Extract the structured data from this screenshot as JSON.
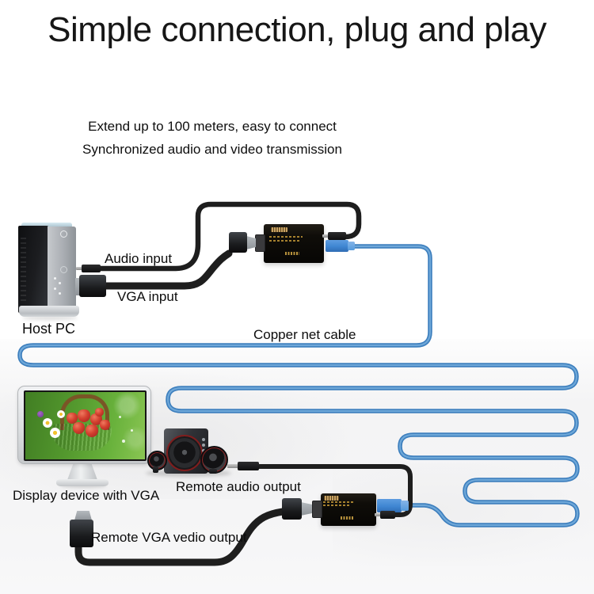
{
  "title": "Simple connection, plug and play",
  "subtitle": {
    "line1": "Extend up to 100 meters, easy to connect",
    "line2": "Synchronized audio and video transmission"
  },
  "labels": {
    "host_pc": "Host PC",
    "audio_input": "Audio input",
    "vga_input": "VGA input",
    "copper_net_cable": "Copper net cable",
    "display_device": "Display device with VGA",
    "remote_audio_output": "Remote audio output",
    "remote_vga_output": "Remote VGA vedio output"
  },
  "colors": {
    "background": "#ffffff",
    "text": "#111111",
    "cable_blue": "#4183c4",
    "cable_black": "#1e1e1e",
    "extender_body": "#0f0d09",
    "extender_gold": "#b8923c",
    "rj45_blue": "#3f86d2"
  }
}
